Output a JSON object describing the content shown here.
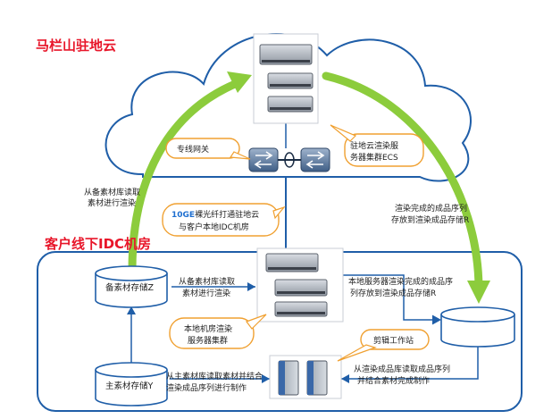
{
  "cloud_title": "马栏山驻地云",
  "idc_title": "客户线下IDC机房",
  "dedicated_gateway": "专线网关",
  "cloud_cluster_line1": "驻地云渲染服",
  "cloud_cluster_line2": "务器集群ECS",
  "fiber_line1_prefix": "10GE",
  "fiber_line1_rest": "裸光纤打通驻地云",
  "fiber_line2": "与客户本地IDC机房",
  "upload_line1": "从备素材库读取",
  "upload_line2": "素材进行渲染",
  "download_line1": "渲染完成的成品序列",
  "download_line2": "存放到渲染成品存储R",
  "storage_z": "备素材存储Z",
  "storage_y": "主素材存储Y",
  "local_read_line1": "从备素材库读取",
  "local_read_line2": "素材进行渲染",
  "local_cluster_line1": "本地机房渲染",
  "local_cluster_line2": "服务器集群",
  "local_output_line1": "本地服务器渲染完成的成品序",
  "local_output_line2": "列存放到渲染成品存储R",
  "edit_station": "剪辑工作站",
  "edit_from_r_line1": "从渲染成品库读取成品序列",
  "edit_from_r_line2": "并结合素材完成制作",
  "edit_from_y_line1": "从主素材库读取素材并结合",
  "edit_from_y_line2": "渲染成品序列进行制作",
  "colors": {
    "title_red": "#e8162a",
    "cloud_blue": "#1f5ea8",
    "arrow_green": "#8ccc3c",
    "callout_orange": "#f0a030",
    "fiber_blue": "#1f6fd0"
  }
}
